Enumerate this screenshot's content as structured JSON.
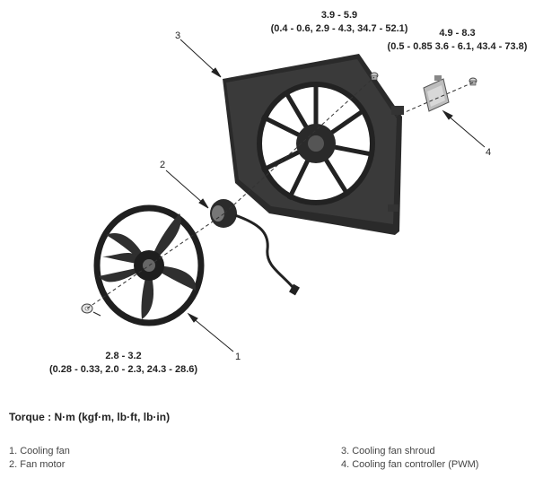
{
  "callouts": [
    {
      "number": "1"
    },
    {
      "number": "2"
    },
    {
      "number": "3"
    },
    {
      "number": "4"
    }
  ],
  "specs": [
    {
      "main": "3.9 - 5.9",
      "sub": "(0.4 - 0.6, 2.9 - 4.3, 34.7 - 52.1)"
    },
    {
      "main": "4.9 - 8.3",
      "sub": "(0.5 - 0.85 3.6 - 6.1, 43.4 - 73.8)"
    },
    {
      "main": "2.8 - 3.2",
      "sub": "(0.28 - 0.33, 2.0 - 2.3, 24.3 - 28.6)"
    }
  ],
  "torque_label": "Torque : N·m (kgf·m, lb·ft, lb·in)",
  "legend": [
    {
      "text": "1. Cooling fan"
    },
    {
      "text": "2. Fan motor"
    },
    {
      "text": "3. Cooling fan shroud"
    },
    {
      "text": "4. Cooling fan controller (PWM)"
    }
  ]
}
